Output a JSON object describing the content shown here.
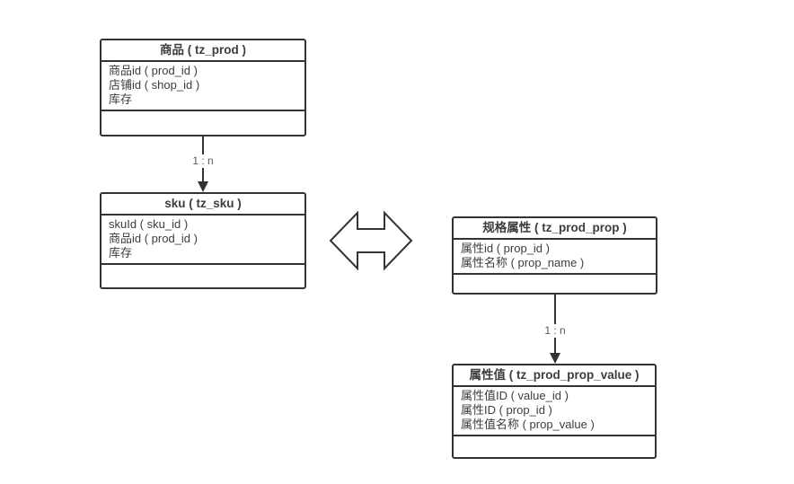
{
  "diagram": {
    "kind": "entity-relationship",
    "background": "#ffffff",
    "colors": {
      "border": "#333333",
      "text": "#3d3d3d",
      "relation_label": "#595959",
      "fill": "#ffffff"
    },
    "tables": [
      {
        "title": "商品 ( tz_prod )",
        "fields": [
          "商品id ( prod_id )",
          "店铺id ( shop_id )",
          "库存"
        ]
      },
      {
        "title": "sku ( tz_sku )",
        "fields": [
          "skuId ( sku_id )",
          "商品id ( prod_id )",
          "库存"
        ]
      },
      {
        "title": "规格属性 ( tz_prod_prop )",
        "fields": [
          "属性id ( prop_id )",
          "属性名称 ( prop_name )"
        ]
      },
      {
        "title": "属性值 ( tz_prod_prop_value )",
        "fields": [
          "属性值ID ( value_id )",
          "属性ID ( prop_id )",
          "属性值名称 ( prop_value )"
        ]
      }
    ],
    "relations": [
      {
        "label": "1 : n",
        "from": "商品 ( tz_prod )",
        "to": "sku ( tz_sku )"
      },
      {
        "label": "1 : n",
        "from": "规格属性 ( tz_prod_prop )",
        "to": "属性值 ( tz_prod_prop_value )"
      }
    ],
    "connector": {
      "shape": "double-arrow",
      "between": [
        "sku ( tz_sku )",
        "规格属性 ( tz_prod_prop )"
      ]
    }
  }
}
